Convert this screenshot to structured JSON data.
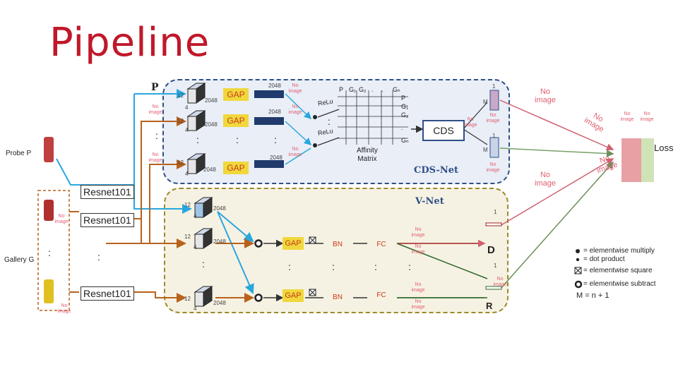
{
  "title": "Pipeline",
  "labels": {
    "p_label": "P",
    "probe": "Probe P",
    "gallery": "Gallery G",
    "resnet1": "Resnet101",
    "resnet2": "Resnet101",
    "resnet3": "Resnet101",
    "cds_net": "CDS-Net",
    "v_net": "V-Net",
    "cds": "CDS",
    "affinity": "Affinity\nMatrix",
    "relu": "ReLu",
    "loss": "Loss",
    "d_label": "D",
    "r_label": "R",
    "m_label": "M",
    "one": "1",
    "dots": ". . .",
    "vdots": ":"
  },
  "dims": {
    "h12": "12",
    "w4": "4",
    "c2048": "2048"
  },
  "ops": {
    "gap": "GAP",
    "bn": "BN",
    "fc": "FC"
  },
  "matrix_header": [
    "P",
    "G₁",
    "G₂",
    ".",
    ".",
    "Gₙ"
  ],
  "matrix_side": [
    "P",
    "G₁",
    "G₂",
    ".",
    "Gₙ"
  ],
  "no_image": {
    "small": "No image",
    "big": "No image"
  },
  "legend": {
    "mult": "= elementwise multiply",
    "dot": "= dot product",
    "square": "= elementwise square",
    "sub": "= elementwise subtract",
    "m_eq": "M = n + 1"
  },
  "colors": {
    "title_red": "#c0182a",
    "cds_panel": "#e9eef7",
    "cds_border": "#2f4f86",
    "v_panel": "#f6f2e3",
    "v_border": "#9a8a2a",
    "gap_yellow": "#f0d83c",
    "feature_navy": "#1f3a6b",
    "arrow_blue": "#29a7de",
    "arrow_orange": "#b8621c",
    "loss_pink": "#e8a0a4",
    "loss_green": "#cfe3b6"
  }
}
